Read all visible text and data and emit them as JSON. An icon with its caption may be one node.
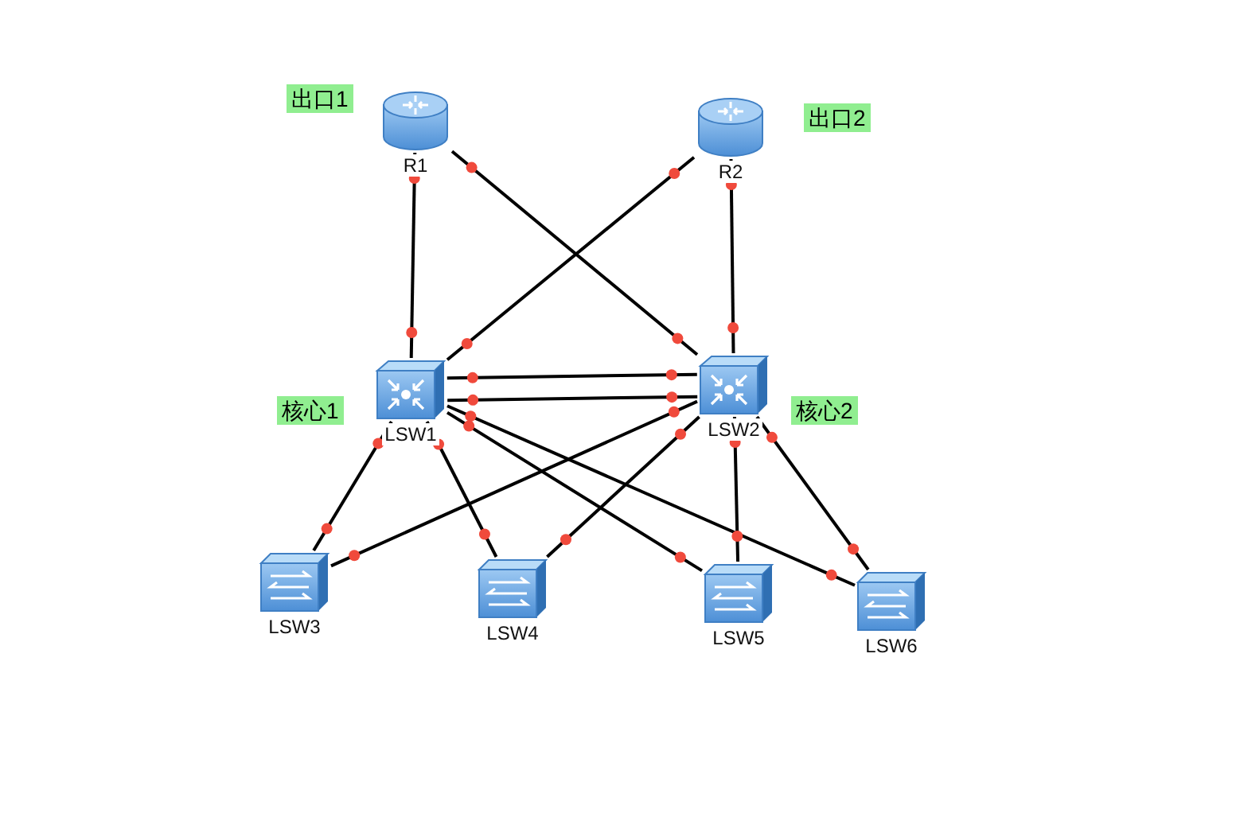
{
  "diagram": {
    "nodes": [
      {
        "text": [
          "R1"
        ]
      },
      {
        "text": [
          "R2"
        ]
      },
      {
        "text": [
          "LSW1"
        ]
      },
      {
        "text": [
          "LSW2"
        ]
      },
      {
        "text": [
          "LSW3"
        ]
      },
      {
        "text": [
          "LSW4"
        ]
      },
      {
        "text": [
          "LSW5"
        ]
      },
      {
        "text": [
          "LSW6"
        ]
      }
    ],
    "edges": [
      {
        "from": 0,
        "to": 2,
        "arrow": "none"
      },
      {
        "from": 0,
        "to": 3,
        "arrow": "none"
      },
      {
        "from": 1,
        "to": 2,
        "arrow": "none"
      },
      {
        "from": 1,
        "to": 3,
        "arrow": "none"
      },
      {
        "from": 2,
        "to": 3,
        "arrow": "none"
      },
      {
        "from": 2,
        "to": 3,
        "arrow": "none"
      },
      {
        "from": 2,
        "to": 4,
        "arrow": "none"
      },
      {
        "from": 2,
        "to": 5,
        "arrow": "none"
      },
      {
        "from": 2,
        "to": 6,
        "arrow": "none"
      },
      {
        "from": 2,
        "to": 7,
        "arrow": "none"
      },
      {
        "from": 3,
        "to": 4,
        "arrow": "none"
      },
      {
        "from": 3,
        "to": 5,
        "arrow": "none"
      },
      {
        "from": 3,
        "to": 6,
        "arrow": "none"
      },
      {
        "from": 3,
        "to": 7,
        "arrow": "none"
      }
    ],
    "labels": [
      "出口1",
      "出口2",
      "核心1",
      "核心2"
    ]
  }
}
